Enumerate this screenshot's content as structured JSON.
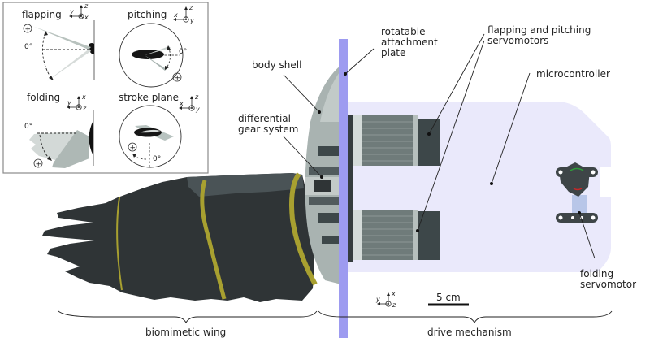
{
  "inset": {
    "panels": [
      {
        "title": "flapping",
        "axes": {
          "horizontal": "y",
          "vertical": "z",
          "out": "x"
        },
        "zero_label": "0°",
        "sign": "+"
      },
      {
        "title": "pitching",
        "axes": {
          "horizontal": "x",
          "vertical": "z",
          "out": "y"
        },
        "zero_label": "0°",
        "sign": "+"
      },
      {
        "title": "folding",
        "axes": {
          "horizontal": "y",
          "vertical": "x",
          "out": "z"
        },
        "zero_label": "0°",
        "sign": "+"
      },
      {
        "title": "stroke plane",
        "axes": {
          "horizontal": "x",
          "vertical": "z",
          "out": "y"
        },
        "zero_label": "0°",
        "sign": "+"
      }
    ]
  },
  "callouts": {
    "body_shell": "body shell",
    "gear_line1": "differential",
    "gear_line2": "gear system",
    "plate_line1": "rotatable",
    "plate_line2": "attachment",
    "plate_line3": "plate",
    "servos_line1": "flapping and pitching",
    "servos_line2": "servomotors",
    "microcontroller": "microcontroller",
    "folding_line1": "folding",
    "folding_line2": "servomotor"
  },
  "bottom": {
    "axes": {
      "horizontal": "y",
      "vertical": "x",
      "out": "z"
    },
    "scale_bar": "5 cm",
    "wing_label": "biomimetic wing",
    "drive_label": "drive mechanism"
  },
  "colors": {
    "wing": "#2f3436",
    "wing_edge": "#4a5356",
    "vein": "#a8a030",
    "plate": "#9d9bf0",
    "drive_bg": "#eae9fb",
    "shell": "#a9b3b1",
    "motor": "#6f7b7a",
    "motor_cap": "#3d4749",
    "servo": "#3e4547",
    "servo_bracket": "#b8c6e8"
  }
}
